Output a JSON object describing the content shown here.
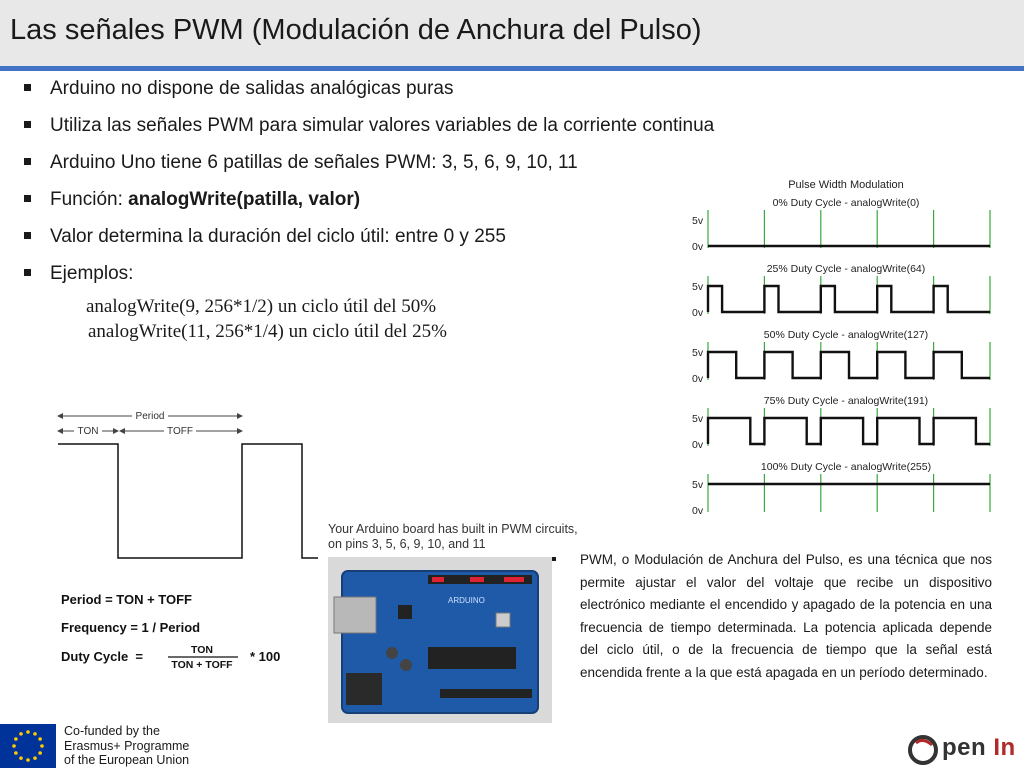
{
  "title": "Las señales PWM (Modulación de Anchura del Pulso)",
  "bullets": [
    {
      "text": "Arduino no dispone de salidas analógicas puras"
    },
    {
      "text": "Utiliza las señales PWM para simular valores variables de la corriente continua"
    },
    {
      "text": "Arduino Uno tiene 6 patillas de señales PWM:  3, 5, 6, 9, 10, 11"
    },
    {
      "prefix": "Función: ",
      "bold": "analogWrite(patilla, valor)"
    },
    {
      "text": "Valor determina la duración del ciclo útil: entre 0 y 255"
    },
    {
      "text": "Ejemplos:"
    }
  ],
  "examples": [
    "analogWrite(9, 256*1/2) un ciclo útil del 50%",
    "analogWrite(11, 256*1/4) un ciclo útil del 25%"
  ],
  "pwm_chart": {
    "title": "Pulse Width Modulation",
    "high_label": "5v",
    "low_label": "0v",
    "panels": [
      {
        "label": "0% Duty Cycle - analogWrite(0)",
        "duty": 0
      },
      {
        "label": "25% Duty Cycle - analogWrite(64)",
        "duty": 0.25
      },
      {
        "label": "50% Duty Cycle - analogWrite(127)",
        "duty": 0.5
      },
      {
        "label": "75% Duty Cycle - analogWrite(191)",
        "duty": 0.75
      },
      {
        "label": "100% Duty Cycle - analogWrite(255)",
        "duty": 1
      }
    ],
    "periods": 5,
    "wave_color": "#111111",
    "marker_color": "#3aa83a"
  },
  "timing": {
    "period_label": "Period",
    "ton_label": "TON",
    "toff_label": "TOFF",
    "formula_period": "Period = TON + TOFF",
    "formula_frequency": "Frequency = 1 / Period",
    "formula_duty_prefix": "Duty Cycle  =",
    "formula_duty_num": "TON",
    "formula_duty_den": "TON + TOFF",
    "formula_duty_suffix": "* 100"
  },
  "board": {
    "caption_line1": "Your Arduino board has built in PWM circuits,",
    "caption_line2": "on pins 3, 5, 6, 9, 10, and 11",
    "board_color": "#1e5aa8"
  },
  "description": "PWM, o Modulación de Anchura del Pulso, es una técnica que nos permite ajustar el valor del voltaje que recibe un dispositivo electrónico mediante el encendido y apagado de la potencia en una frecuencia de tiempo determinada. La potencia aplicada depende del ciclo útil, o de la frecuencia de tiempo que la señal está encendida frente a la que está apagada en un período determinado.",
  "footer": {
    "line1": "Co-funded by the",
    "line2": "Erasmus+ Programme",
    "line3": "of the European Union",
    "eu_color": "#003399",
    "logo_text_a": "pen",
    "logo_text_b": "In"
  },
  "colors": {
    "accent": "#4472c4",
    "title_bg": "#e8e8e8"
  }
}
